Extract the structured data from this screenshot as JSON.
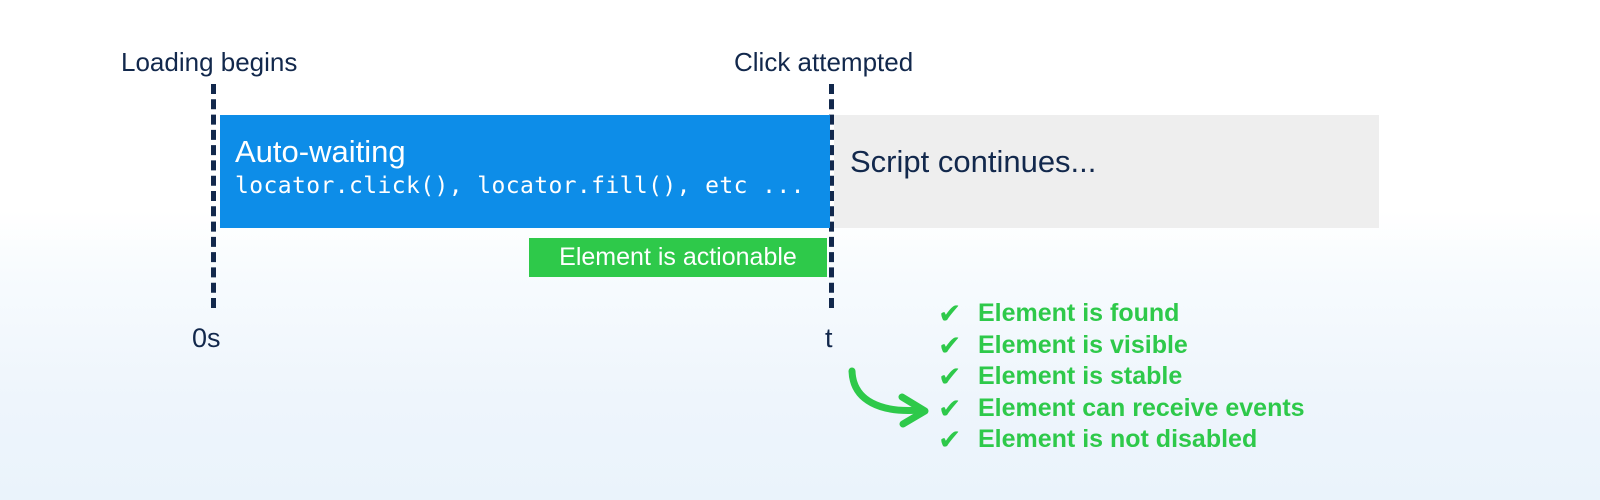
{
  "diagram": {
    "title": "Playwright auto-waiting timeline",
    "colors": {
      "accent_blue": "#0d8de8",
      "accent_green": "#2ec94a",
      "neutral_gray": "#eeeeee",
      "text_navy": "#12284c"
    },
    "markers": [
      {
        "id": "loading-begins",
        "label": "Loading begins"
      },
      {
        "id": "click-attempted",
        "label": "Click attempted"
      }
    ],
    "axis": {
      "start_label": "0s",
      "end_label": "t"
    },
    "bars": [
      {
        "id": "auto-waiting",
        "title": "Auto-waiting",
        "code": "locator.click(), locator.fill(), etc ..."
      },
      {
        "id": "script-continues",
        "title": "Script continues..."
      }
    ],
    "badge": {
      "label": "Element is actionable"
    },
    "checklist": {
      "check_icon": "✔",
      "items": [
        {
          "label": "Element is found"
        },
        {
          "label": "Element is visible"
        },
        {
          "label": "Element is stable"
        },
        {
          "label": "Element can receive events"
        },
        {
          "label": "Element is not disabled"
        }
      ]
    },
    "arrow": {
      "name": "curved-arrow-icon"
    }
  }
}
